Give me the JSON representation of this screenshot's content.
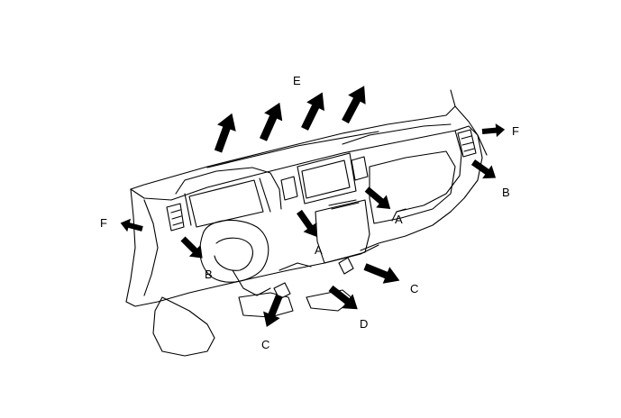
{
  "labels": {
    "e": "E",
    "f_left": "F",
    "f_right": "F",
    "b_left": "B",
    "b_right": "B",
    "a_center": "A",
    "a_right": "A",
    "c_lower": "C",
    "c_right": "C",
    "d": "D"
  }
}
